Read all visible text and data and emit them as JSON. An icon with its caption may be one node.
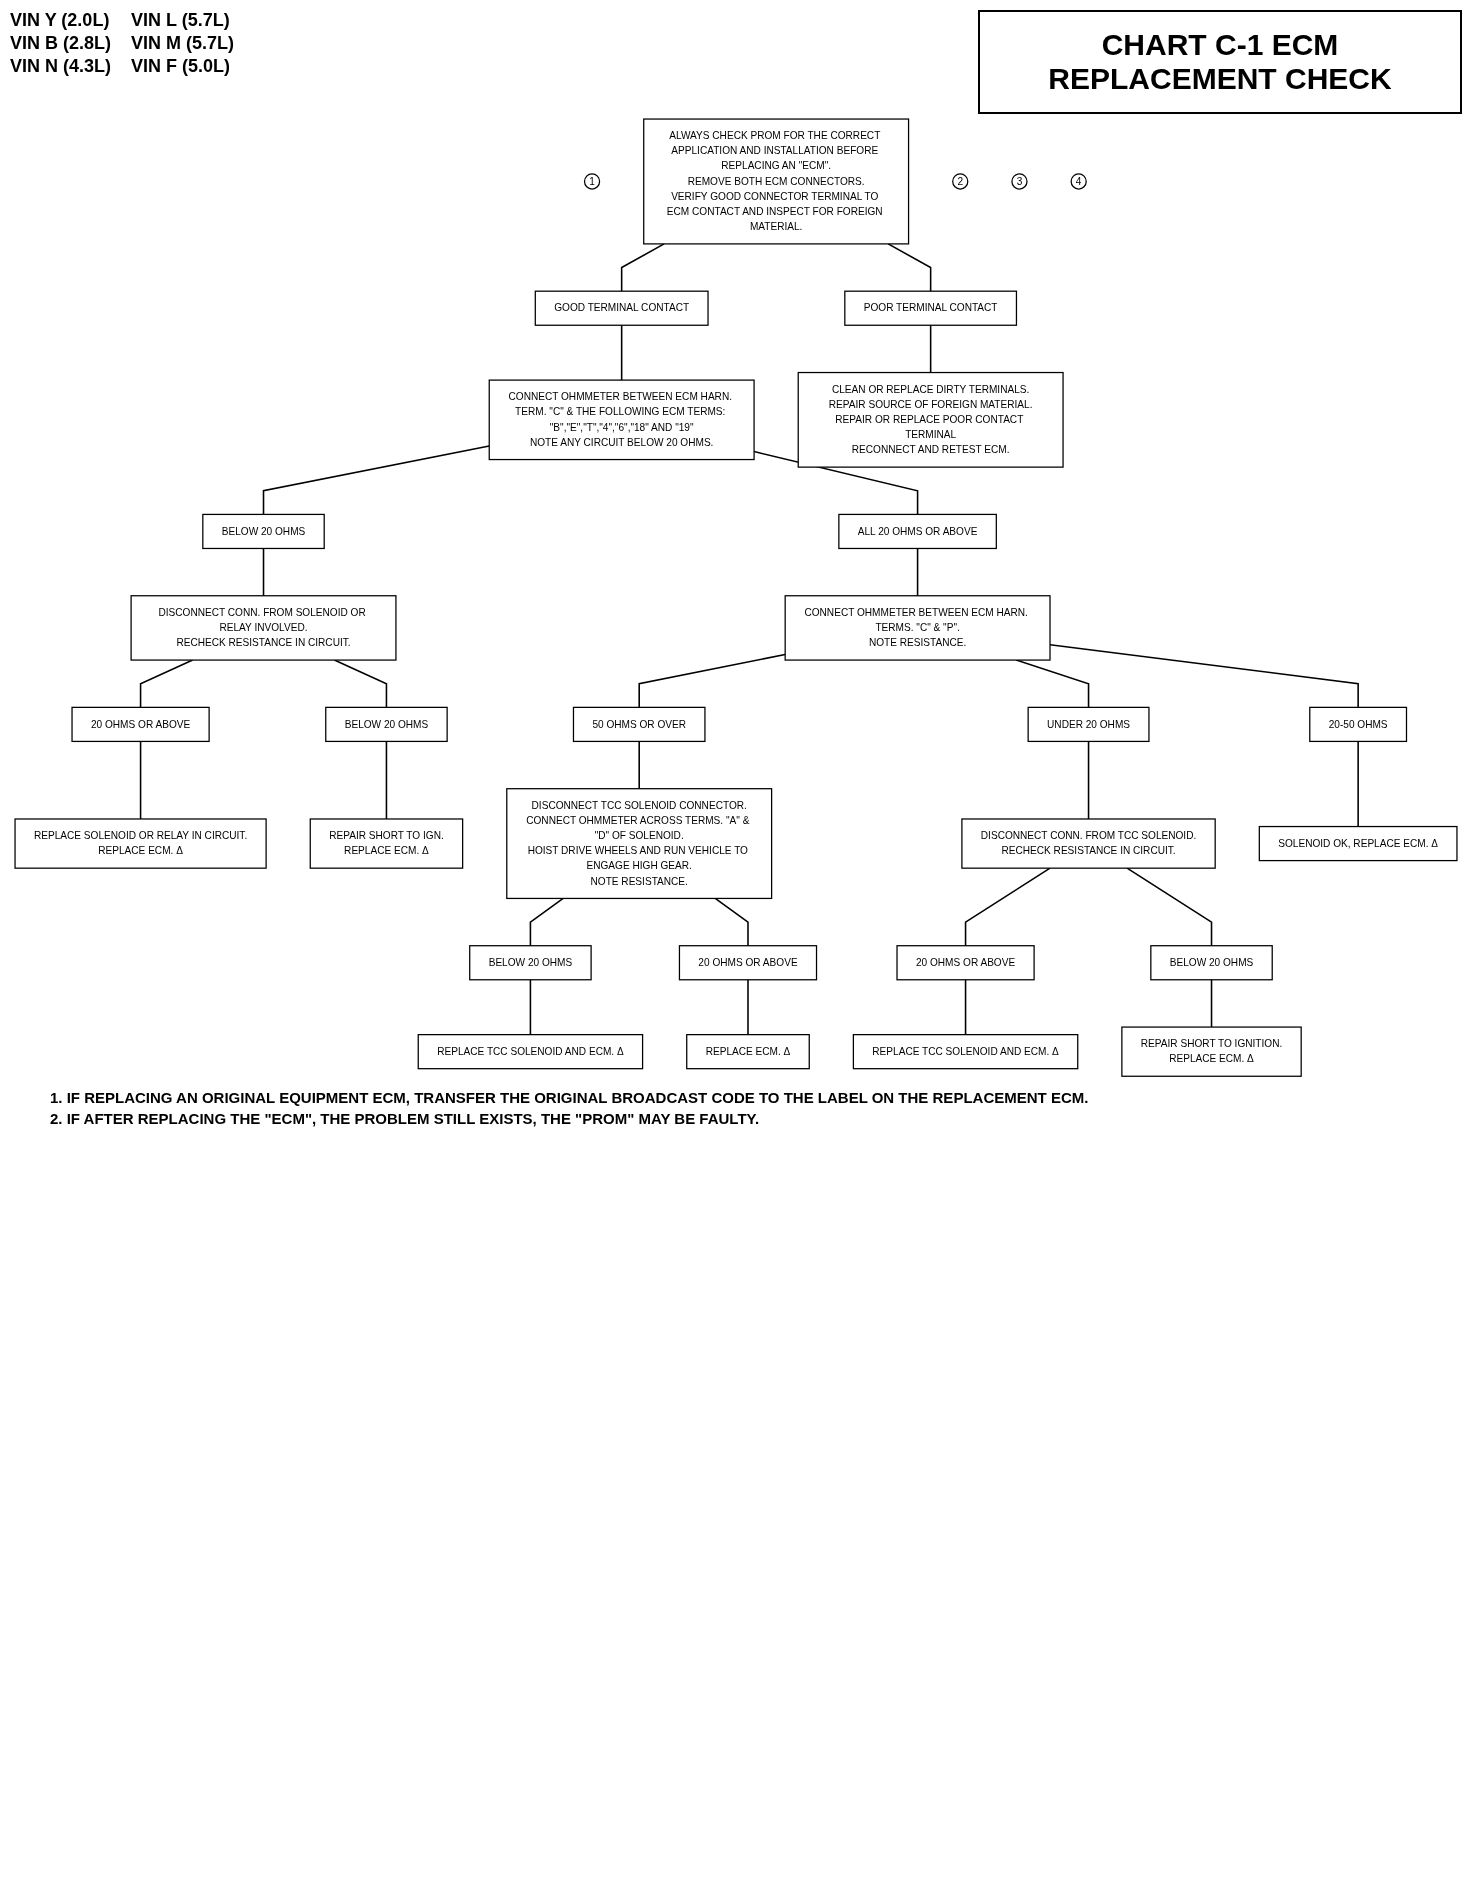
{
  "diagram": {
    "title": "CHART C-1 ECM REPLACEMENT CHECK",
    "nodes": [
      {
        "text": [
          "1"
        ]
      },
      {
        "text": [
          "ALWAYS CHECK PROM FOR THE CORRECT APPLICATION AND INSTALLATION BEFORE REPLACING AN \"ECM\".",
          "REMOVE BOTH ECM CONNECTORS.",
          "VERIFY GOOD CONNECTOR TERMINAL TO ECM CONTACT AND INSPECT FOR FOREIGN MATERIAL."
        ]
      },
      {
        "text": [
          "GOOD TERMINAL CONTACT"
        ]
      },
      {
        "text": [
          "POOR TERMINAL CONTACT"
        ]
      },
      {
        "text": [
          "2"
        ]
      },
      {
        "text": [
          "CONNECT OHMMETER BETWEEN ECM HARN. TERM. \"C\" & THE FOLLOWING ECM TERMS: \"B\",\"E\",\"T\",\"4\",\"6\",\"18\" AND \"19\"",
          "NOTE ANY CIRCUIT BELOW 20 OHMS."
        ]
      },
      {
        "text": [
          "CLEAN OR REPLACE DIRTY TERMINALS.",
          "REPAIR SOURCE OF FOREIGN MATERIAL.",
          "REPAIR OR REPLACE POOR CONTACT TERMINAL",
          "RECONNECT AND RETEST ECM."
        ]
      },
      {
        "text": [
          "ALL 20 OHMS OR ABOVE"
        ]
      },
      {
        "text": [
          "BELOW 20 OHMS"
        ]
      },
      {
        "text": [
          "3"
        ]
      },
      {
        "text": [
          "CONNECT OHMMETER BETWEEN ECM HARN. TERMS. \"C\" & \"P\".",
          "NOTE RESISTANCE."
        ]
      },
      {
        "text": [
          "DISCONNECT CONN. FROM SOLENOID OR RELAY INVOLVED.",
          "RECHECK RESISTANCE IN CIRCUIT."
        ]
      },
      {
        "text": [
          "20 OHMS OR ABOVE"
        ]
      },
      {
        "text": [
          "BELOW 20 OHMS"
        ]
      },
      {
        "text": [
          "REPLACE SOLENOID OR RELAY IN CIRCUIT.",
          "REPLACE ECM. Δ"
        ]
      },
      {
        "text": [
          "REPAIR SHORT TO IGN.",
          "REPLACE ECM. Δ"
        ]
      },
      {
        "text": [
          "50 OHMS OR OVER"
        ]
      },
      {
        "text": [
          "UNDER 20 OHMS"
        ]
      },
      {
        "text": [
          "20-50 OHMS"
        ]
      },
      {
        "text": [
          "4"
        ]
      },
      {
        "text": [
          "DISCONNECT TCC SOLENOID CONNECTOR.",
          "CONNECT OHMMETER ACROSS TERMS. \"A\" & \"D\" OF SOLENOID.",
          "HOIST DRIVE WHEELS AND RUN VEHICLE TO ENGAGE HIGH GEAR.",
          "NOTE RESISTANCE."
        ]
      },
      {
        "text": [
          "DISCONNECT CONN. FROM TCC SOLENOID.",
          "RECHECK RESISTANCE IN CIRCUIT."
        ]
      },
      {
        "text": [
          "SOLENOID OK, REPLACE ECM. Δ"
        ]
      },
      {
        "text": [
          "BELOW 20 OHMS"
        ]
      },
      {
        "text": [
          "20 OHMS OR ABOVE"
        ]
      },
      {
        "text": [
          "20 OHMS OR ABOVE"
        ]
      },
      {
        "text": [
          "BELOW 20 OHMS"
        ]
      },
      {
        "text": [
          "REPLACE TCC SOLENOID AND ECM. Δ"
        ]
      },
      {
        "text": [
          "REPLACE ECM. Δ"
        ]
      },
      {
        "text": [
          "REPLACE TCC SOLENOID AND ECM. Δ"
        ]
      },
      {
        "text": [
          "REPAIR SHORT TO IGNITION.",
          "REPLACE ECM. Δ"
        ]
      }
    ],
    "edges": [
      {
        "from": 1,
        "to": 2,
        "arrow": "none"
      },
      {
        "from": 1,
        "to": 3,
        "arrow": "none"
      },
      {
        "from": 2,
        "to": 5,
        "arrow": "none"
      },
      {
        "from": 3,
        "to": 6,
        "arrow": "none"
      },
      {
        "from": 5,
        "to": 7,
        "arrow": "none"
      },
      {
        "from": 5,
        "to": 8,
        "arrow": "none"
      },
      {
        "from": 7,
        "to": 10,
        "arrow": "none"
      },
      {
        "from": 8,
        "to": 11,
        "arrow": "none"
      },
      {
        "from": 11,
        "to": 12,
        "arrow": "none"
      },
      {
        "from": 11,
        "to": 13,
        "arrow": "none"
      },
      {
        "from": 12,
        "to": 14,
        "arrow": "none"
      },
      {
        "from": 13,
        "to": 15,
        "arrow": "none"
      },
      {
        "from": 10,
        "to": 16,
        "arrow": "none"
      },
      {
        "from": 10,
        "to": 17,
        "arrow": "none"
      },
      {
        "from": 10,
        "to": 18,
        "arrow": "none"
      },
      {
        "from": 16,
        "to": 20,
        "arrow": "none"
      },
      {
        "from": 17,
        "to": 21,
        "arrow": "none"
      },
      {
        "from": 18,
        "to": 22,
        "arrow": "none"
      },
      {
        "from": 20,
        "to": 23,
        "arrow": "none"
      },
      {
        "from": 20,
        "to": 24,
        "arrow": "none"
      },
      {
        "from": 21,
        "to": 25,
        "arrow": "none"
      },
      {
        "from": 21,
        "to": 26,
        "arrow": "none"
      },
      {
        "from": 23,
        "to": 27,
        "arrow": "none"
      },
      {
        "from": 24,
        "to": 28,
        "arrow": "none"
      },
      {
        "from": 25,
        "to": 29,
        "arrow": "none"
      },
      {
        "from": 26,
        "to": 30,
        "arrow": "none"
      }
    ],
    "labels": [
      "VIN Y (2.0L)",
      "VIN L (5.7L)",
      "VIN B (2.8L)",
      "VIN M (5.7L)",
      "VIN N (4.3L)",
      "VIN F (5.0L)",
      "1. IF REPLACING AN ORIGINAL EQUIPMENT ECM, TRANSFER THE ORIGINAL BROADCAST CODE TO THE LABEL ON THE REPLACEMENT ECM.",
      "2. IF AFTER REPLACING THE \"ECM\", THE PROBLEM STILL EXISTS, THE \"PROM\" MAY BE FAULTY."
    ]
  }
}
